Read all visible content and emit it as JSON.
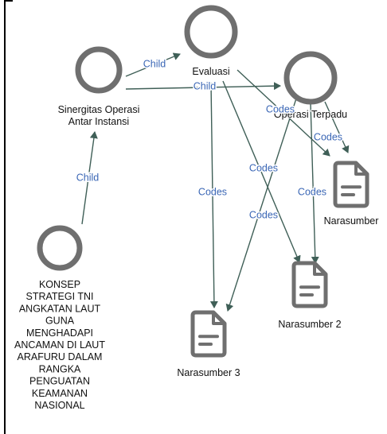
{
  "colors": {
    "node_gray": "#6f6f6f",
    "edge": "#3f5f57",
    "edge_label": "#3a66b5",
    "text": "#111111",
    "border": "#000000"
  },
  "nodes": [
    {
      "id": "konsep",
      "shape": "circle",
      "label_lines": [
        "KONSEP",
        "STRATEGI TNI",
        "ANGKATAN LAUT",
        "GUNA",
        "MENGHADAPI",
        "ANCAMAN DI LAUT",
        "ARAFURU DALAM",
        "RANGKA",
        "PENGUATAN",
        "KEAMANAN",
        "NASIONAL"
      ]
    },
    {
      "id": "sinergitas",
      "shape": "circle",
      "label_lines": [
        "Sinergitas Operasi",
        "Antar Instansi"
      ]
    },
    {
      "id": "evaluasi",
      "shape": "circle",
      "label_lines": [
        "Evaluasi"
      ]
    },
    {
      "id": "operasi",
      "shape": "circle",
      "label_lines": [
        "Operasi Terpadu"
      ]
    },
    {
      "id": "nara1",
      "shape": "document",
      "label_lines": [
        "Narasumber"
      ]
    },
    {
      "id": "nara2",
      "shape": "document",
      "label_lines": [
        "Narasumber 2"
      ]
    },
    {
      "id": "nara3",
      "shape": "document",
      "label_lines": [
        "Narasumber 3"
      ]
    }
  ],
  "edges": [
    {
      "from": "konsep",
      "to": "sinergitas",
      "label": "Child"
    },
    {
      "from": "sinergitas",
      "to": "evaluasi",
      "label": "Child"
    },
    {
      "from": "sinergitas",
      "to": "operasi",
      "label": "Child"
    },
    {
      "from": "evaluasi",
      "to": "nara3",
      "label": "Codes"
    },
    {
      "from": "evaluasi",
      "to": "nara2",
      "label": "Codes"
    },
    {
      "from": "evaluasi",
      "to": "nara1",
      "label": "Codes"
    },
    {
      "from": "operasi",
      "to": "nara3",
      "label": "Codes"
    },
    {
      "from": "operasi",
      "to": "nara2",
      "label": "Codes"
    },
    {
      "from": "operasi",
      "to": "nara1",
      "label": "Codes"
    }
  ]
}
